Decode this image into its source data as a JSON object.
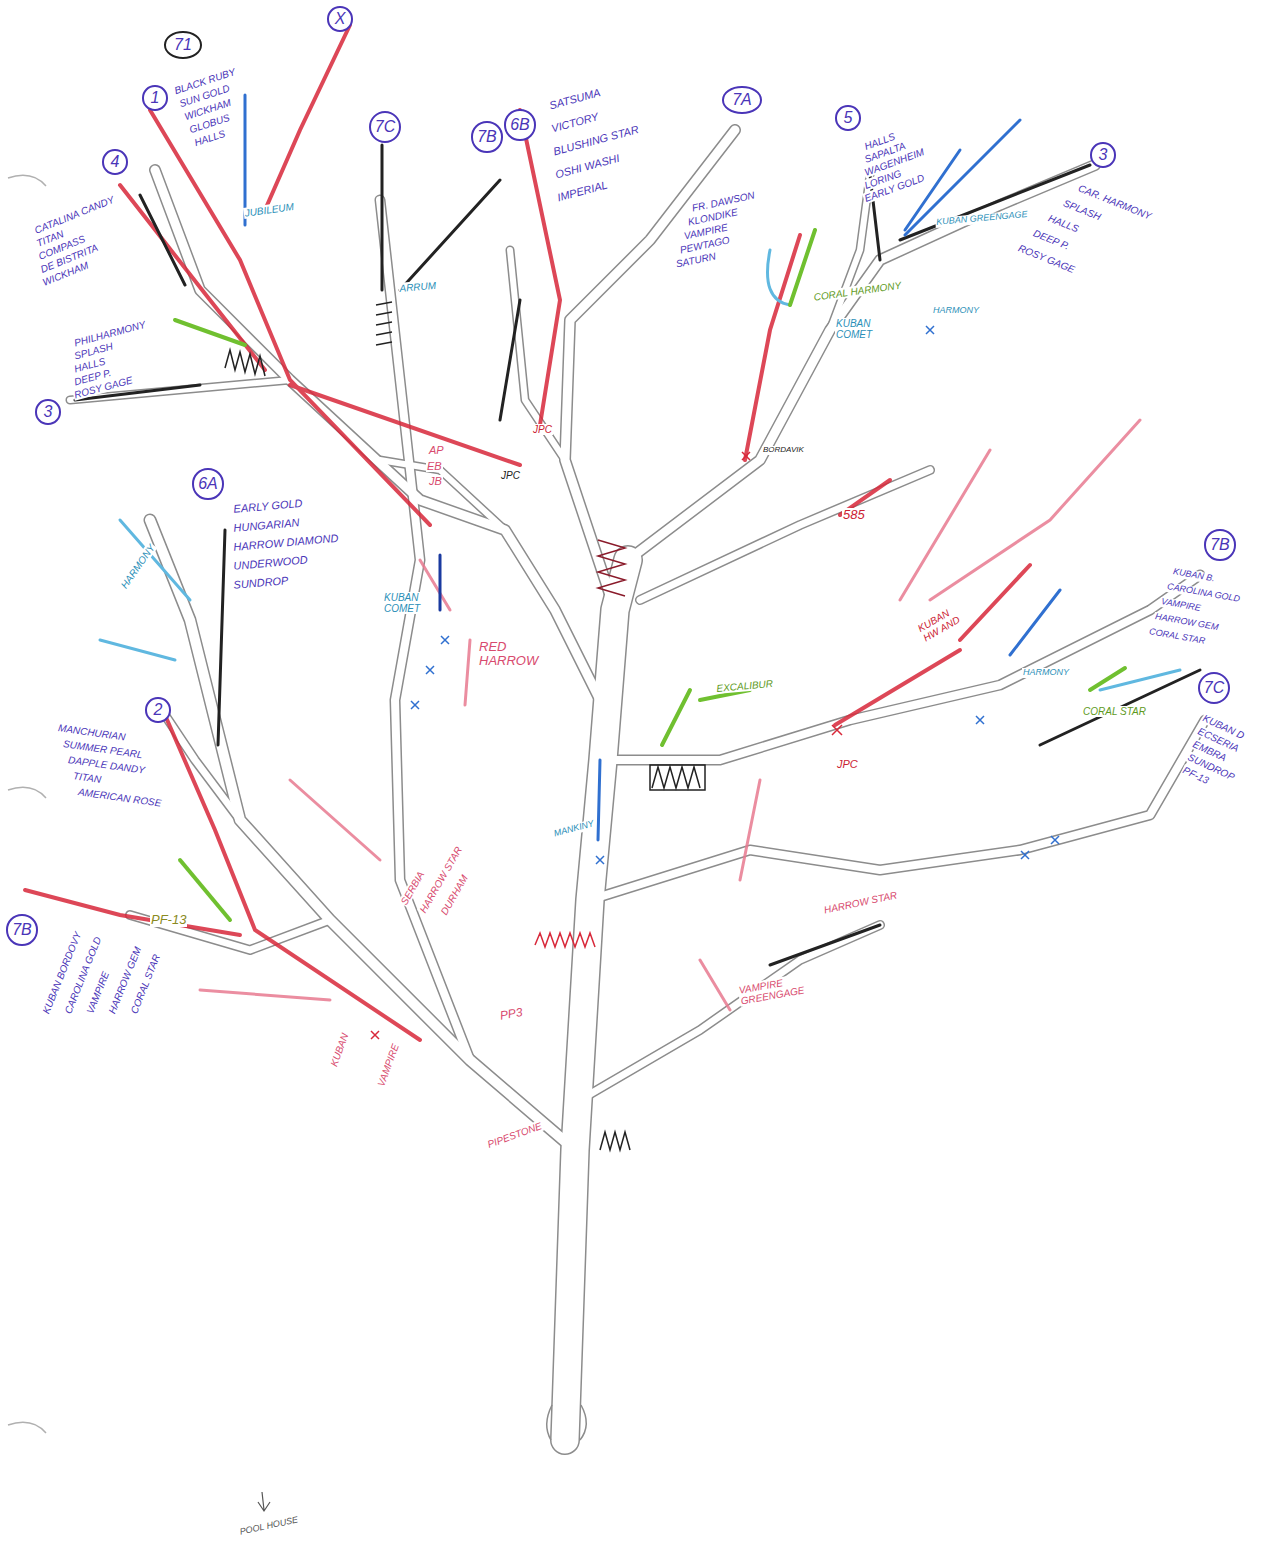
{
  "diagram": {
    "nodes": [
      {
        "text": [
          "71"
        ]
      },
      {
        "text": [
          "X"
        ]
      },
      {
        "text": [
          "7C"
        ]
      },
      {
        "text": [
          "6B"
        ]
      },
      {
        "text": [
          "7B"
        ]
      },
      {
        "text": [
          "7A"
        ]
      },
      {
        "text": [
          "5"
        ]
      },
      {
        "text": [
          "3"
        ]
      },
      {
        "text": [
          "1"
        ]
      },
      {
        "text": [
          "4"
        ]
      },
      {
        "text": [
          "3"
        ]
      },
      {
        "text": [
          "6A"
        ]
      },
      {
        "text": [
          "2"
        ]
      },
      {
        "text": [
          "7B"
        ]
      },
      {
        "text": [
          "7C"
        ]
      },
      {
        "text": [
          "7B"
        ]
      }
    ],
    "labels": [
      "BLACK RUBY",
      "SUN GOLD",
      "WICKHAM",
      "GLOBUS",
      "HALLS",
      "CATALINA CANDY",
      "TITAN",
      "COMPASS",
      "DE BISTRITA",
      "WICKHAM",
      "PHILHARMONY",
      "SPLASH",
      "HALLS",
      "DEEP P.",
      "ROSY GAGE",
      "SATSUMA",
      "VICTORY",
      "BLUSHING STAR",
      "OSHI WASHI",
      "IMPERIAL",
      "FR. DAWSON",
      "KLONDIKE",
      "VAMPIRE",
      "PEWTAGO",
      "SATURN",
      "HALLS",
      "SAPALTA",
      "WAGENHEIM",
      "LORING",
      "EARLY GOLD",
      "CAR. HARMONY",
      "SPLASH",
      "HALLS",
      "DEEP P.",
      "ROSY GAGE",
      "EARLY GOLD",
      "HUNGARIAN",
      "HARROW DIAMOND",
      "UNDERWOOD",
      "SUNDROP",
      "MANCHURIAN",
      "SUMMER PEARL",
      "DAPPLE DANDY",
      "TITAN",
      "AMERICAN ROSE",
      "KUBAN BORDOVY",
      "CAROLINA GOLD",
      "VAMPIRE",
      "HARROW GEM",
      "CORAL STAR",
      "KUBAN B.",
      "CAROLINA GOLD",
      "VAMPIRE",
      "HARROW GEM",
      "CORAL STAR",
      "KUBAN D",
      "ECSERIA",
      "EMBRA",
      "SUNDROP",
      "PF-13",
      "JUBILEUM",
      "ARRUM",
      "JPC",
      "AP",
      "EB",
      "JB",
      "JPC",
      "BORDAVIK",
      "585",
      "KUBAN COMET",
      "KUBAN GREENGAGE",
      "CORAL HARMONY",
      "HARMONY",
      "KUBAN COMET",
      "HARMONY",
      "RED HARROW",
      "KUBAN HW AND",
      "HARMONY",
      "CORAL STAR",
      "EXCALIBUR",
      "JPC",
      "MANKINY",
      "SERBIA",
      "HARROW STAR",
      "DURHAM",
      "PF-13",
      "PP3",
      "KUBAN",
      "VAMPIRE",
      "HARROW STAR",
      "VAMPIRE GREENGAGE",
      "PIPESTONE",
      "POOL HOUSE"
    ]
  }
}
